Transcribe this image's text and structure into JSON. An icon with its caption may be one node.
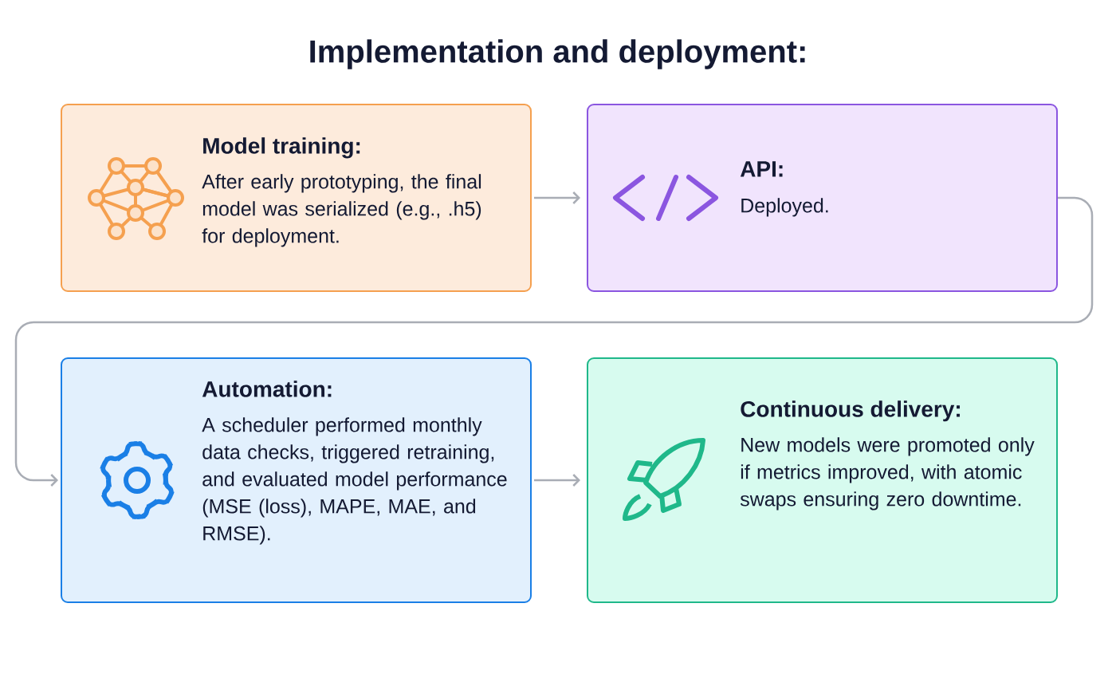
{
  "diagram": {
    "title": "Implementation and deployment:",
    "nodes": [
      {
        "text": [
          "Model training:",
          "After early prototyping, the final model was serialized (e.g., .h5) for deployment."
        ]
      },
      {
        "text": [
          "API:",
          "Deployed."
        ]
      },
      {
        "text": [
          "Automation:",
          "A scheduler performed monthly data checks, triggered retraining, and evaluated model performance (MSE (loss), MAPE, MAE, and RMSE)."
        ]
      },
      {
        "text": [
          "Continuous delivery:",
          "New models were promoted only if metrics improved, with atomic swaps ensuring zero downtime."
        ]
      }
    ],
    "edges": [
      {
        "from": 0,
        "to": 1,
        "arrow": "to"
      },
      {
        "from": 1,
        "to": 2,
        "arrow": "to"
      },
      {
        "from": 2,
        "to": 3,
        "arrow": "to"
      }
    ]
  }
}
